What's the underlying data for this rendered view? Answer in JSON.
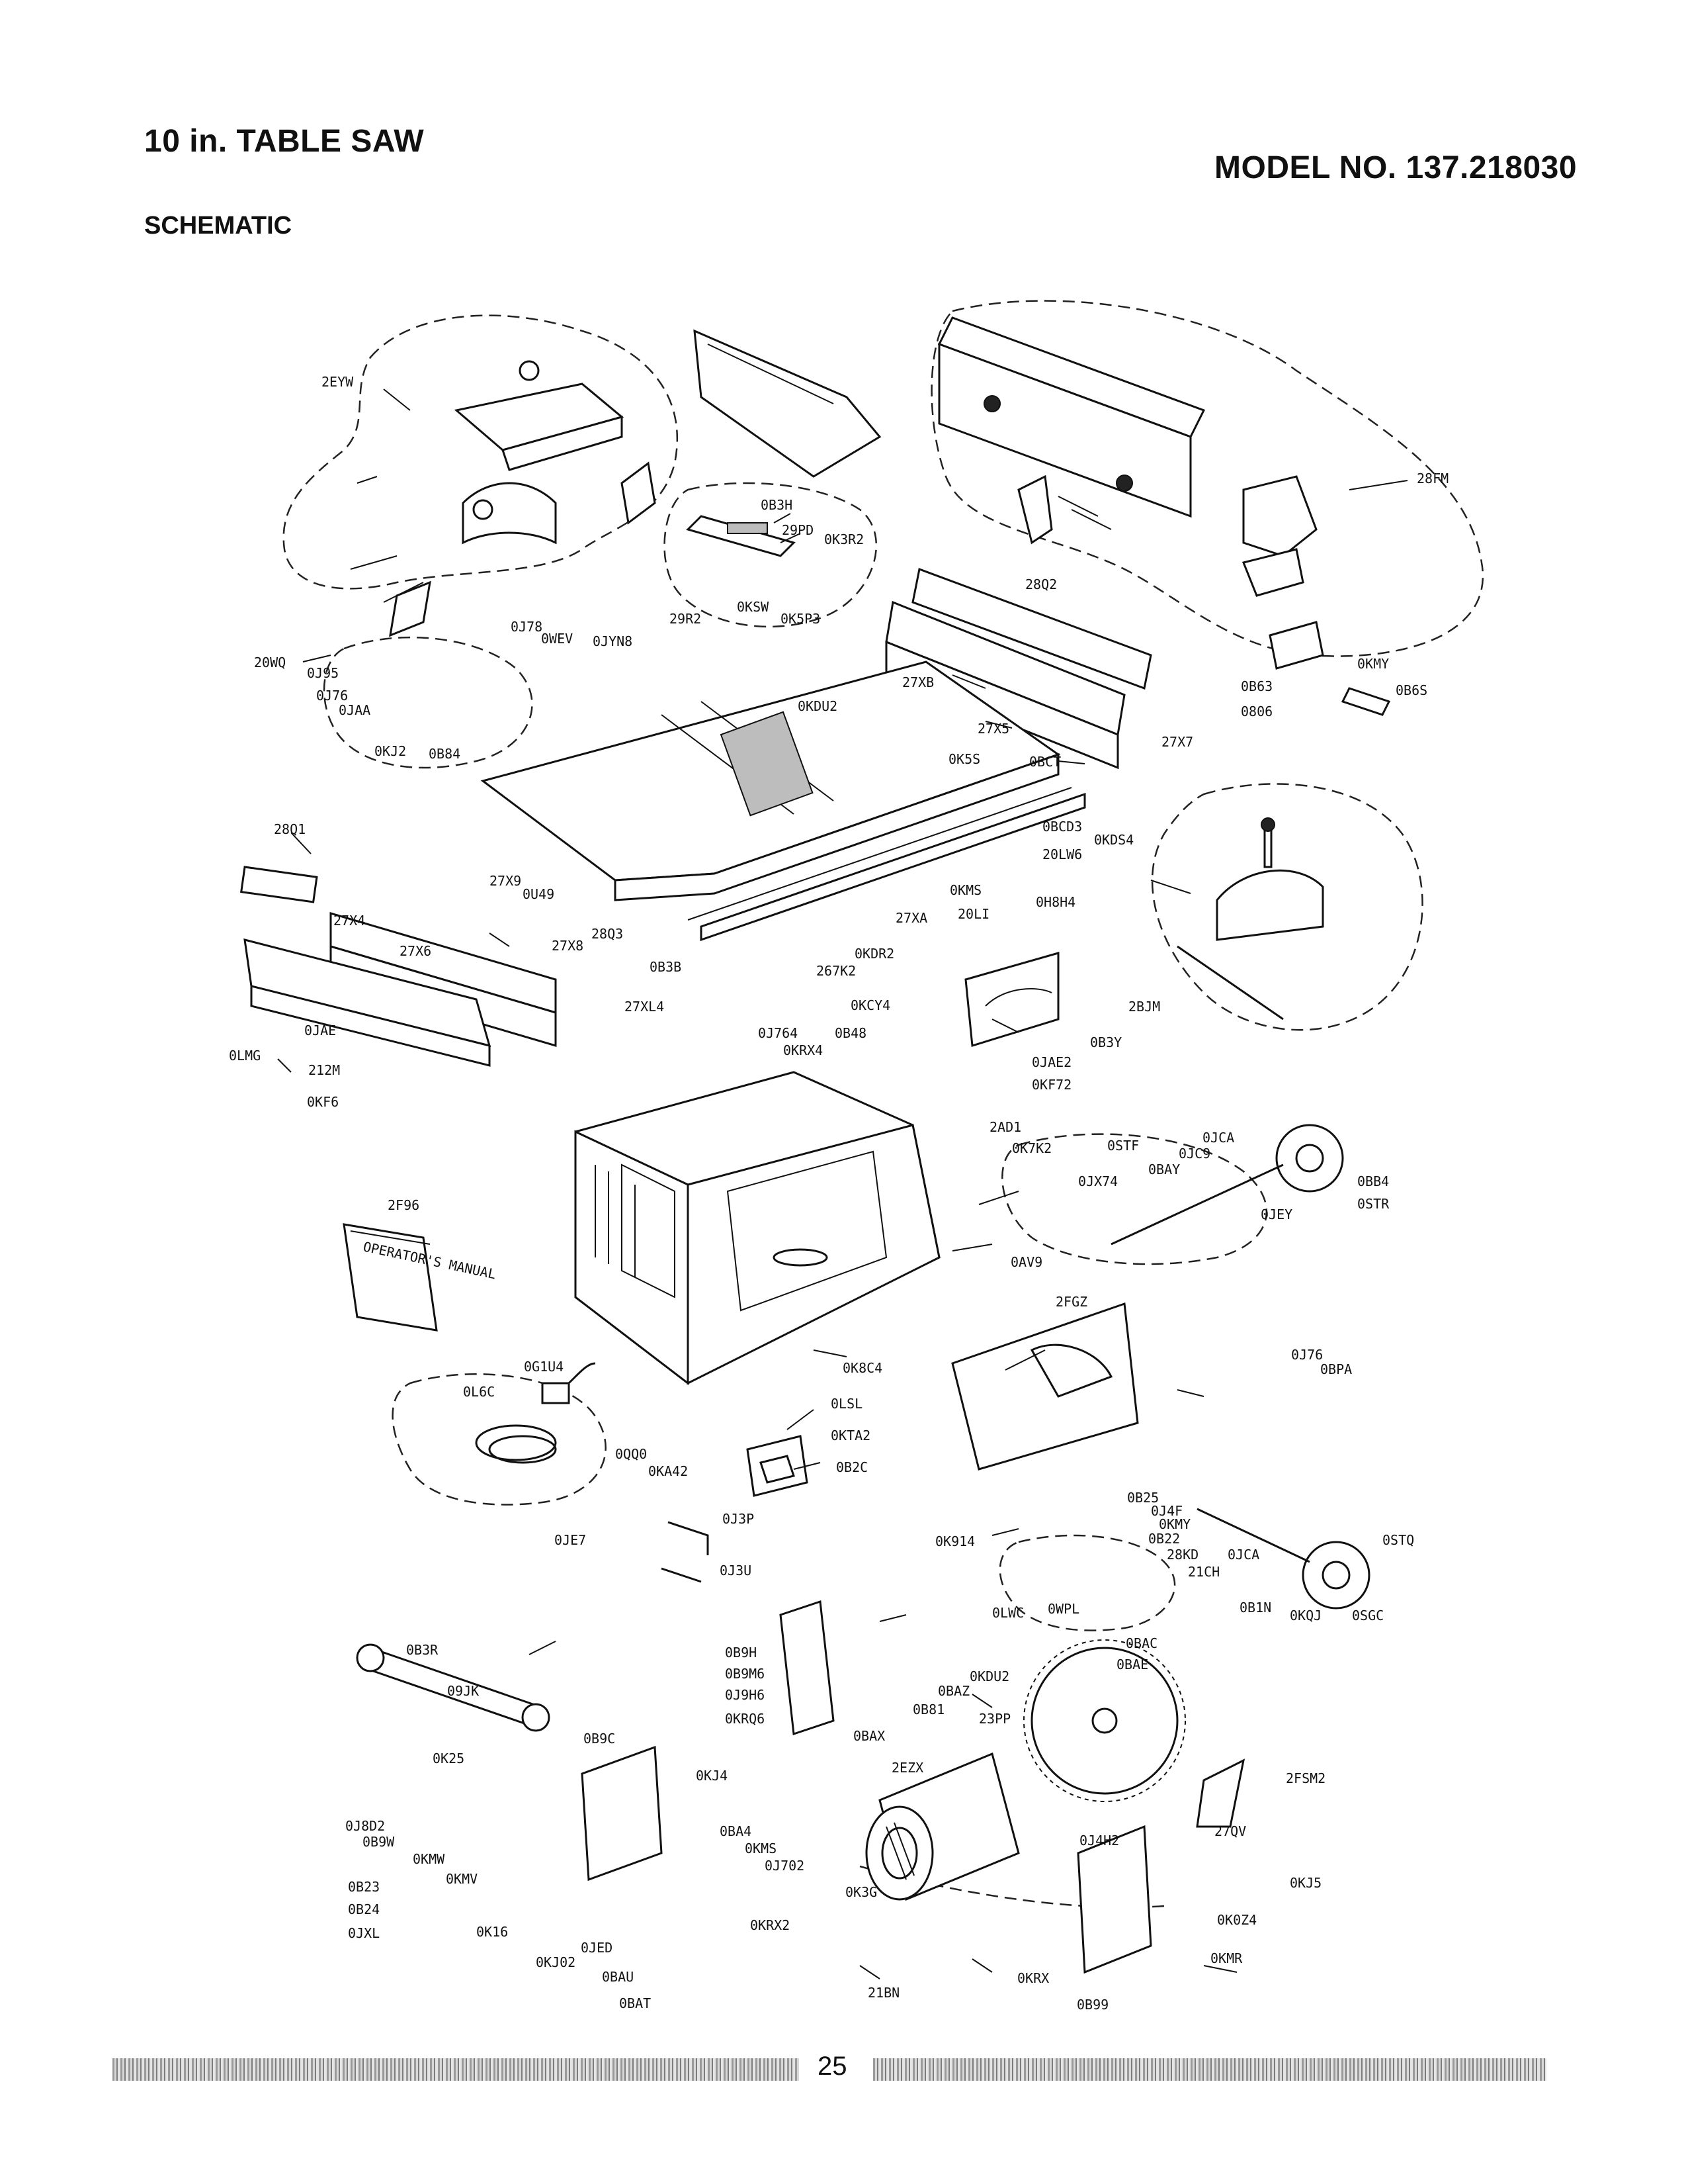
{
  "header": {
    "title": "10 in. TABLE SAW",
    "model": "MODEL NO. 137.218030",
    "section": "SCHEMATIC"
  },
  "page_number": "25",
  "manual_text": "OPERATOR'S MANUAL",
  "callouts": [
    {
      "id": "c1",
      "text": "2EYW"
    },
    {
      "id": "c2",
      "text": "0B3H"
    },
    {
      "id": "c3",
      "text": "29PD"
    },
    {
      "id": "c4",
      "text": "0K3R2"
    },
    {
      "id": "c5",
      "text": "28FM"
    },
    {
      "id": "c6",
      "text": "28Q2"
    },
    {
      "id": "c7",
      "text": "0KSW"
    },
    {
      "id": "c8",
      "text": "0K5P3"
    },
    {
      "id": "c9",
      "text": "29R2"
    },
    {
      "id": "c10",
      "text": "0JYN8"
    },
    {
      "id": "c11",
      "text": "0J78"
    },
    {
      "id": "c12",
      "text": "0WEV"
    },
    {
      "id": "c13",
      "text": "20WQ"
    },
    {
      "id": "c14",
      "text": "0J95"
    },
    {
      "id": "c15",
      "text": "0J76"
    },
    {
      "id": "c16",
      "text": "0JAA"
    },
    {
      "id": "c17",
      "text": "0KJ2"
    },
    {
      "id": "c18",
      "text": "0B84"
    },
    {
      "id": "c19",
      "text": "27XB"
    },
    {
      "id": "c20",
      "text": "0KDU2"
    },
    {
      "id": "c21",
      "text": "27X5"
    },
    {
      "id": "c22",
      "text": "0KMY"
    },
    {
      "id": "c23",
      "text": "0B63"
    },
    {
      "id": "c24",
      "text": "0B6S"
    },
    {
      "id": "c25",
      "text": "0806"
    },
    {
      "id": "c26",
      "text": "27X7"
    },
    {
      "id": "c27",
      "text": "0K5S"
    },
    {
      "id": "c28",
      "text": "0BCT"
    },
    {
      "id": "c29",
      "text": "28Q1"
    },
    {
      "id": "c30",
      "text": "27X9"
    },
    {
      "id": "c31",
      "text": "0U49"
    },
    {
      "id": "c32",
      "text": "0BCD3"
    },
    {
      "id": "c33",
      "text": "0KDS4"
    },
    {
      "id": "c34",
      "text": "20LW6"
    },
    {
      "id": "c35",
      "text": "0KMS"
    },
    {
      "id": "c36",
      "text": "20LI"
    },
    {
      "id": "c37",
      "text": "0H8H4"
    },
    {
      "id": "c38",
      "text": "27X4"
    },
    {
      "id": "c39",
      "text": "27X6"
    },
    {
      "id": "c40",
      "text": "27X8"
    },
    {
      "id": "c41",
      "text": "28Q3"
    },
    {
      "id": "c42",
      "text": "0B3B"
    },
    {
      "id": "c43",
      "text": "27XA"
    },
    {
      "id": "c44",
      "text": "0KDR2"
    },
    {
      "id": "c45",
      "text": "267K2"
    },
    {
      "id": "c46",
      "text": "0KCY4"
    },
    {
      "id": "c47",
      "text": "27XL4"
    },
    {
      "id": "c48",
      "text": "2BJM"
    },
    {
      "id": "c49",
      "text": "0J764"
    },
    {
      "id": "c50",
      "text": "0B48"
    },
    {
      "id": "c51",
      "text": "0KRX4"
    },
    {
      "id": "c52",
      "text": "0B3Y"
    },
    {
      "id": "c53",
      "text": "0JAE2"
    },
    {
      "id": "c54",
      "text": "0KF72"
    },
    {
      "id": "c55",
      "text": "0JAE"
    },
    {
      "id": "c56",
      "text": "0LMG"
    },
    {
      "id": "c57",
      "text": "212M"
    },
    {
      "id": "c58",
      "text": "0KF6"
    },
    {
      "id": "c59",
      "text": "2AD1"
    },
    {
      "id": "c60",
      "text": "0K7K2"
    },
    {
      "id": "c61",
      "text": "0STF"
    },
    {
      "id": "c62",
      "text": "0JCA"
    },
    {
      "id": "c63",
      "text": "0JC9"
    },
    {
      "id": "c64",
      "text": "0BAY"
    },
    {
      "id": "c65",
      "text": "0JX74"
    },
    {
      "id": "c66",
      "text": "0BB4"
    },
    {
      "id": "c67",
      "text": "0JEY"
    },
    {
      "id": "c68",
      "text": "0STR"
    },
    {
      "id": "c69",
      "text": "2F96"
    },
    {
      "id": "c70",
      "text": "0AV9"
    },
    {
      "id": "c71",
      "text": "2FGZ"
    },
    {
      "id": "c72",
      "text": "0J76"
    },
    {
      "id": "c73",
      "text": "0BPA"
    },
    {
      "id": "c74",
      "text": "0G1U4"
    },
    {
      "id": "c75",
      "text": "0K8C4"
    },
    {
      "id": "c76",
      "text": "0L6C"
    },
    {
      "id": "c77",
      "text": "0LSL"
    },
    {
      "id": "c78",
      "text": "0KTA2"
    },
    {
      "id": "c79",
      "text": "0QQ0"
    },
    {
      "id": "c80",
      "text": "0KA42"
    },
    {
      "id": "c81",
      "text": "0B2C"
    },
    {
      "id": "c82",
      "text": "0J3P"
    },
    {
      "id": "c83",
      "text": "0B25"
    },
    {
      "id": "c84",
      "text": "0J4F"
    },
    {
      "id": "c85",
      "text": "0KMY"
    },
    {
      "id": "c86",
      "text": "0B22"
    },
    {
      "id": "c87",
      "text": "0STQ"
    },
    {
      "id": "c88",
      "text": "0K914"
    },
    {
      "id": "c89",
      "text": "28KD"
    },
    {
      "id": "c90",
      "text": "21CH"
    },
    {
      "id": "c91",
      "text": "0JCA"
    },
    {
      "id": "c92",
      "text": "0JE7"
    },
    {
      "id": "c93",
      "text": "0J3U"
    },
    {
      "id": "c94",
      "text": "0LWC"
    },
    {
      "id": "c95",
      "text": "0WPL"
    },
    {
      "id": "c96",
      "text": "0B1N"
    },
    {
      "id": "c97",
      "text": "0KQJ"
    },
    {
      "id": "c98",
      "text": "0SGC"
    },
    {
      "id": "c99",
      "text": "0B9H"
    },
    {
      "id": "c100",
      "text": "0B9M6"
    },
    {
      "id": "c101",
      "text": "0J9H6"
    },
    {
      "id": "c102",
      "text": "0KRQ6"
    },
    {
      "id": "c103",
      "text": "0B3R"
    },
    {
      "id": "c104",
      "text": "09JK"
    },
    {
      "id": "c105",
      "text": "0KDU2"
    },
    {
      "id": "c106",
      "text": "0BAZ"
    },
    {
      "id": "c107",
      "text": "0BAC"
    },
    {
      "id": "c108",
      "text": "0BAE"
    },
    {
      "id": "c109",
      "text": "0B81"
    },
    {
      "id": "c110",
      "text": "0BAX"
    },
    {
      "id": "c111",
      "text": "23PP"
    },
    {
      "id": "c112",
      "text": "0B9C"
    },
    {
      "id": "c113",
      "text": "0K25"
    },
    {
      "id": "c114",
      "text": "0KJ4"
    },
    {
      "id": "c115",
      "text": "2EZX"
    },
    {
      "id": "c116",
      "text": "2FSM2"
    },
    {
      "id": "c117",
      "text": "0J8D2"
    },
    {
      "id": "c118",
      "text": "0B9W"
    },
    {
      "id": "c119",
      "text": "0BA4"
    },
    {
      "id": "c120",
      "text": "0KMS"
    },
    {
      "id": "c121",
      "text": "0J702"
    },
    {
      "id": "c122",
      "text": "0J4H2"
    },
    {
      "id": "c123",
      "text": "27QV"
    },
    {
      "id": "c124",
      "text": "0KMW"
    },
    {
      "id": "c125",
      "text": "0KMV"
    },
    {
      "id": "c126",
      "text": "0B23"
    },
    {
      "id": "c127",
      "text": "0K3G"
    },
    {
      "id": "c128",
      "text": "0KJ5"
    },
    {
      "id": "c129",
      "text": "0B24"
    },
    {
      "id": "c130",
      "text": "0KRX2"
    },
    {
      "id": "c131",
      "text": "0K0Z4"
    },
    {
      "id": "c132",
      "text": "0JXL"
    },
    {
      "id": "c133",
      "text": "0K16"
    },
    {
      "id": "c134",
      "text": "0JED"
    },
    {
      "id": "c135",
      "text": "0KMR"
    },
    {
      "id": "c136",
      "text": "0KJ02"
    },
    {
      "id": "c137",
      "text": "0BAU"
    },
    {
      "id": "c138",
      "text": "0KRX"
    },
    {
      "id": "c139",
      "text": "21BN"
    },
    {
      "id": "c140",
      "text": "0BAT"
    },
    {
      "id": "c141",
      "text": "0B99"
    }
  ]
}
